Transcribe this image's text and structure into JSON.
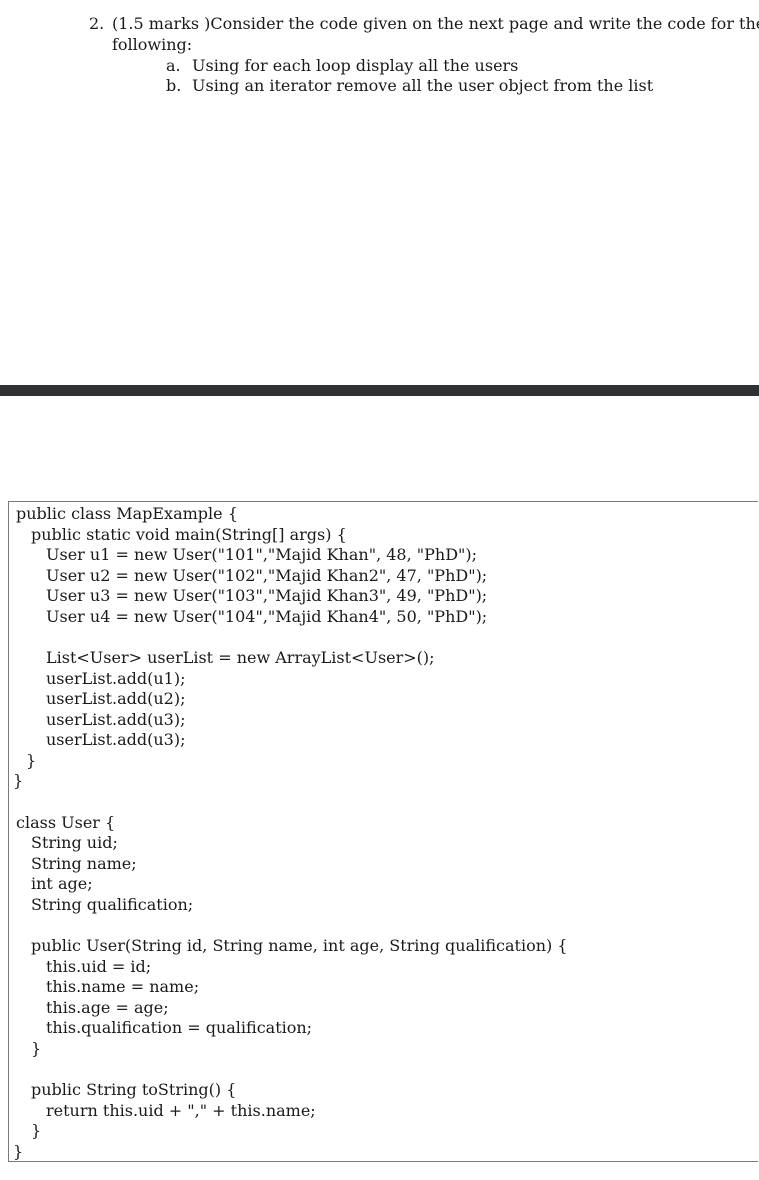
{
  "question": {
    "number": "2.",
    "text_line1": "(1.5 marks )Consider the code given on the next page and write the code for the",
    "text_line2": "following:",
    "items": [
      {
        "letter": "a.",
        "text": "Using for each loop display all the users"
      },
      {
        "letter": "b.",
        "text": "Using an iterator remove all the user object from the list"
      }
    ]
  },
  "code": {
    "lines": [
      "public class MapExample {",
      "public static void main(String[] args) {",
      "User u1 = new User(\"101\",\"Majid Khan\", 48, \"PhD\");",
      "User u2 = new User(\"102\",\"Majid Khan2\", 47, \"PhD\");",
      "User u3 = new User(\"103\",\"Majid Khan3\", 49, \"PhD\");",
      "User u4 = new User(\"104\",\"Majid Khan4\", 50, \"PhD\");",
      "",
      "List<User> userList = new ArrayList<User>();",
      "userList.add(u1);",
      "userList.add(u2);",
      "userList.add(u3);",
      "userList.add(u3);",
      "}",
      "}",
      "",
      "class User {",
      "String uid;",
      "String name;",
      "int age;",
      "String qualification;",
      "",
      "public User(String id, String name, int age, String qualification) {",
      "this.uid = id;",
      "this.name = name;",
      "this.age = age;",
      "this.qualification = qualification;",
      "}",
      "",
      "public String toString() {",
      "return this.uid + \",\" + this.name;",
      "}",
      "}"
    ]
  }
}
